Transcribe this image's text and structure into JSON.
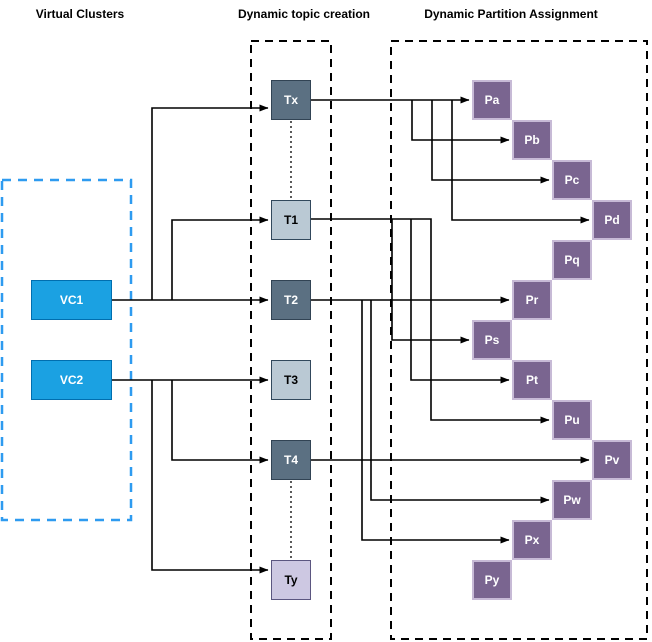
{
  "titles": {
    "virtual_clusters": "Virtual Clusters",
    "topic_creation": "Dynamic topic creation",
    "partition_assignment": "Dynamic Partition Assignment"
  },
  "virtual_clusters": {
    "items": [
      {
        "label": "VC1"
      },
      {
        "label": "VC2"
      }
    ]
  },
  "topics": {
    "items": [
      {
        "label": "Tx",
        "style": "dark"
      },
      {
        "label": "T1",
        "style": "light"
      },
      {
        "label": "T2",
        "style": "dark"
      },
      {
        "label": "T3",
        "style": "light"
      },
      {
        "label": "T4",
        "style": "dark"
      },
      {
        "label": "Ty",
        "style": "lavender"
      }
    ]
  },
  "partitions": {
    "items": [
      {
        "label": "Pa"
      },
      {
        "label": "Pb"
      },
      {
        "label": "Pc"
      },
      {
        "label": "Pd"
      },
      {
        "label": "Pq"
      },
      {
        "label": "Pr"
      },
      {
        "label": "Ps"
      },
      {
        "label": "Pt"
      },
      {
        "label": "Pu"
      },
      {
        "label": "Pv"
      },
      {
        "label": "Pw"
      },
      {
        "label": "Px"
      },
      {
        "label": "Py"
      }
    ]
  },
  "assignments": {
    "VC1": [
      "Tx",
      "T1",
      "T2"
    ],
    "VC2": [
      "T3",
      "T4",
      "Ty"
    ],
    "Tx": [
      "Pa",
      "Pb",
      "Pc",
      "Pd"
    ],
    "T1": [
      "Ps",
      "Pt",
      "Pu"
    ],
    "T2": [
      "Pr",
      "Pw",
      "Px"
    ],
    "T4": [
      "Pv"
    ],
    "unassigned_partitions": [
      "Pq",
      "Py"
    ]
  },
  "colors": {
    "vc_fill": "#1BA1E2",
    "vc_stroke": "#006EAF",
    "topic_dark_fill": "#5B7082",
    "topic_dark_stroke": "#314354",
    "topic_light_fill": "#BAC9D4",
    "topic_light_stroke": "#31485C",
    "topic_lavender_fill": "#CDC8E2",
    "topic_lavender_stroke": "#5B5680",
    "partition_fill": "#7A6590",
    "partition_stroke": "#C7BAD6",
    "cluster_group_border": "#2E9BF0",
    "group_border": "#000000",
    "connector": "#000000"
  }
}
